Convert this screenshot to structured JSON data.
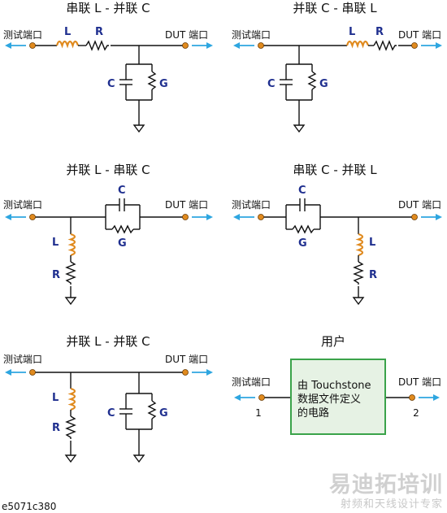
{
  "panels": [
    {
      "title": "串联 L - 并联 C",
      "left_port": "测试端口",
      "right_port": "DUT 端口",
      "labels": {
        "series_l": "L",
        "series_r": "R",
        "shunt_c": "C",
        "shunt_g": "G"
      }
    },
    {
      "title": "并联 C - 串联 L",
      "left_port": "测试端口",
      "right_port": "DUT 端口",
      "labels": {
        "series_l": "L",
        "series_r": "R",
        "shunt_c": "C",
        "shunt_g": "G"
      }
    },
    {
      "title": "并联 L - 串联 C",
      "left_port": "测试端口",
      "right_port": "DUT 端口",
      "labels": {
        "series_c": "C",
        "series_g": "G",
        "shunt_l": "L",
        "shunt_r": "R"
      }
    },
    {
      "title": "串联 C - 并联 L",
      "left_port": "测试端口",
      "right_port": "DUT 端口",
      "labels": {
        "series_c": "C",
        "series_g": "G",
        "shunt_l": "L",
        "shunt_r": "R"
      }
    },
    {
      "title": "并联 L - 并联 C",
      "left_port": "测试端口",
      "right_port": "DUT 端口",
      "labels": {
        "shunt_l": "L",
        "shunt_r": "R",
        "shunt_c": "C",
        "shunt_g": "G"
      }
    },
    {
      "title": "用户",
      "left_port": "测试端口",
      "right_port": "DUT 端口",
      "port_numbers": [
        "1",
        "2"
      ],
      "box_lines": [
        "由 Touchstone",
        "数据文件定义",
        "的电路"
      ]
    }
  ],
  "footer_code": "e5071c380",
  "watermark": {
    "main": "易迪拓培训",
    "sub": "射频和天线设计专家"
  },
  "colors": {
    "wire": "#111111",
    "inductor": "#e08a1e",
    "component_label": "#1f2f8f",
    "arrow": "#2ea6e0",
    "user_box_border": "#3aa34a",
    "user_box_fill": "#e6f2e4"
  }
}
